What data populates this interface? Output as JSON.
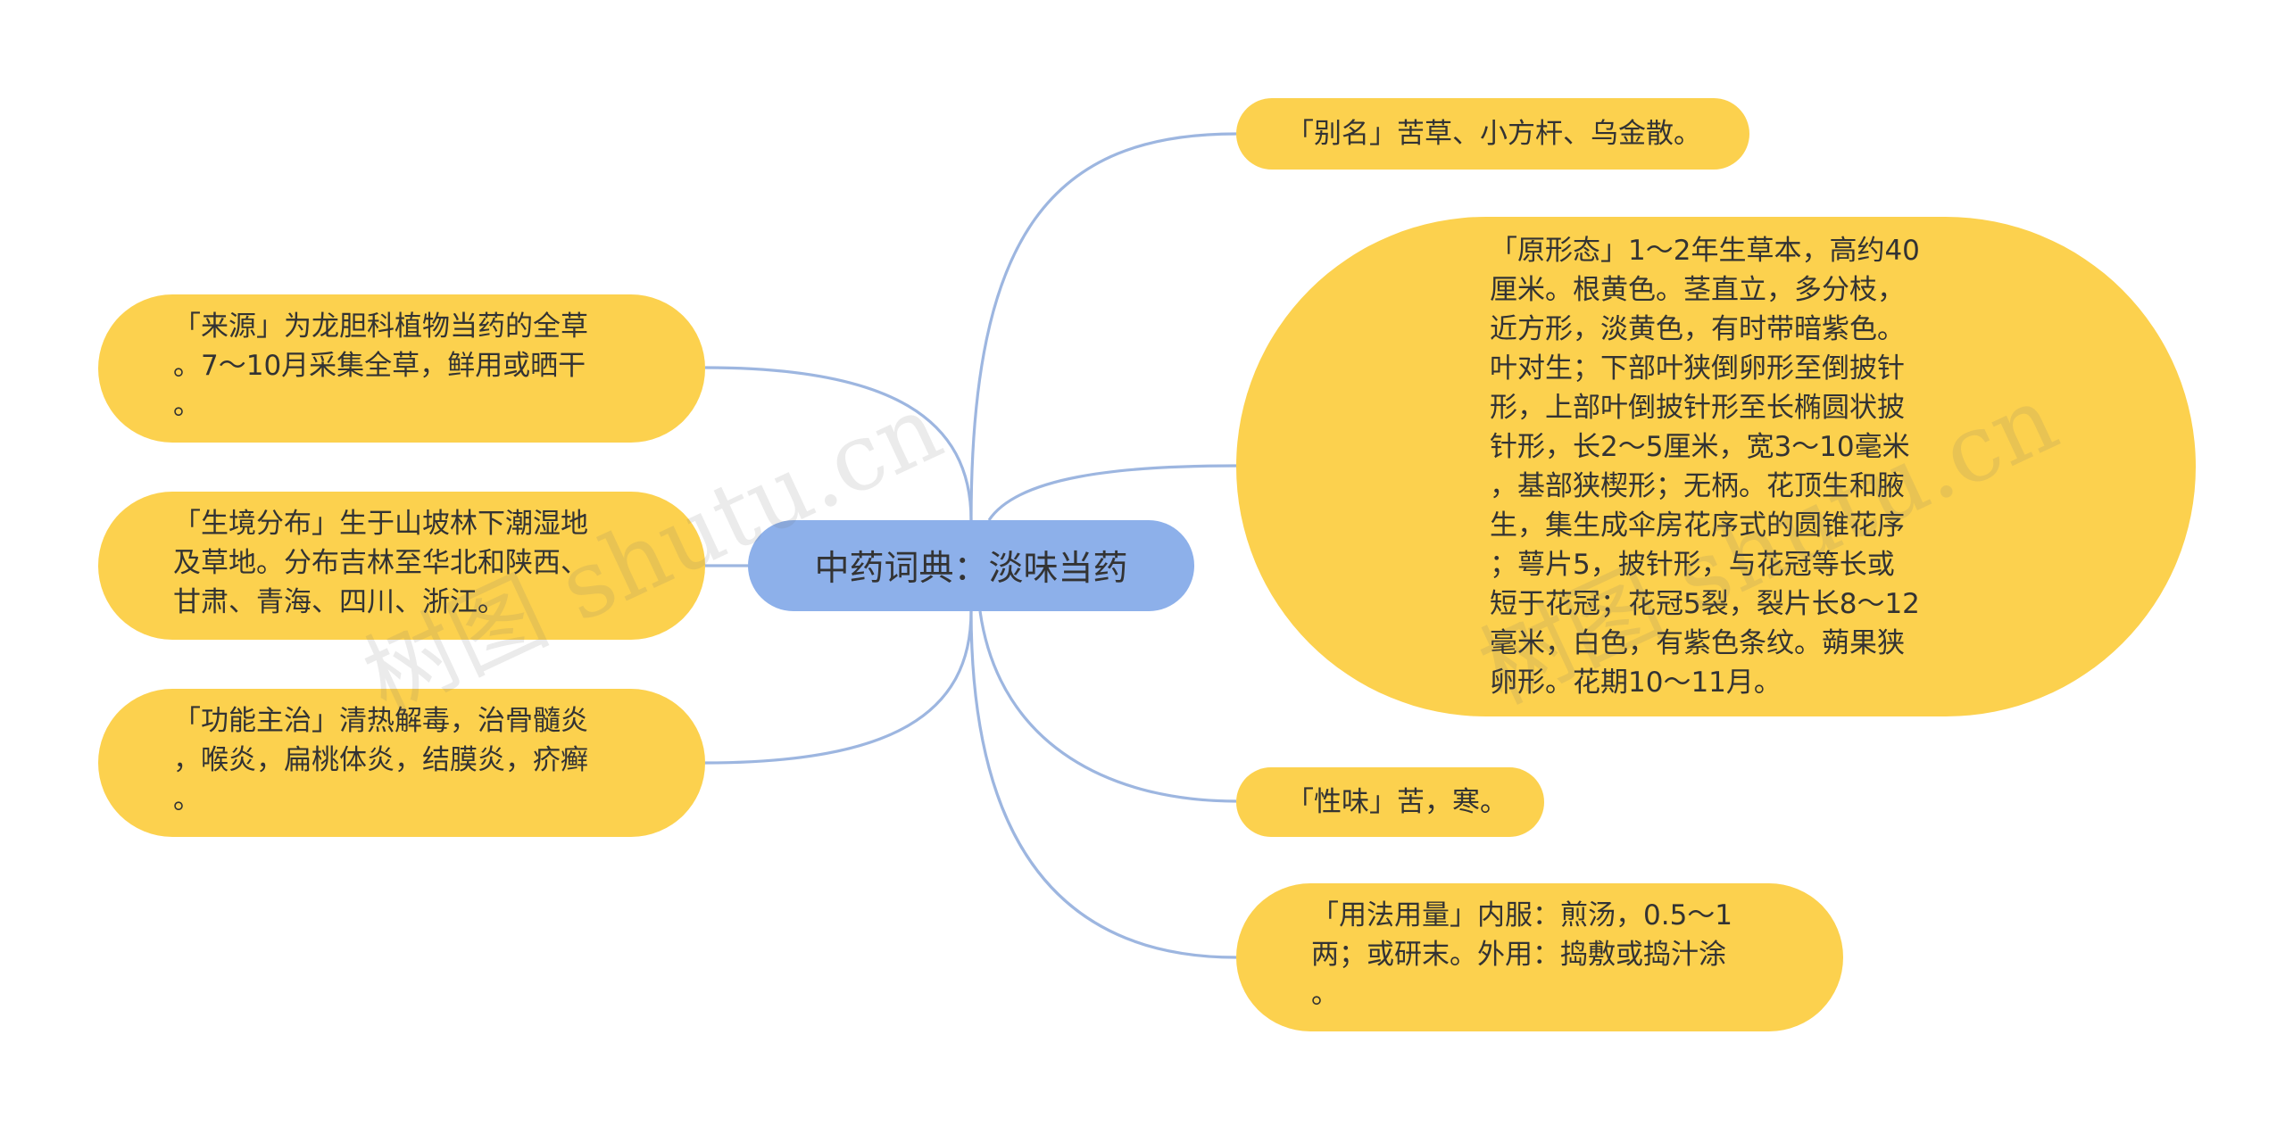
{
  "root": {
    "label": "中药词典：淡味当药"
  },
  "left_nodes": [
    {
      "text": "「来源」为龙胆科植物当药的全草\n。7～10月采集全草，鲜用或晒干\n。"
    },
    {
      "text": "「生境分布」生于山坡林下潮湿地\n及草地。分布吉林至华北和陕西、\n甘肃、青海、四川、浙江。"
    },
    {
      "text": "「功能主治」清热解毒，治骨髓炎\n，喉炎，扁桃体炎，结膜炎，疥癣\n。"
    }
  ],
  "right_nodes": [
    {
      "text": "「别名」苦草、小方杆、乌金散。"
    },
    {
      "text": "「原形态」1～2年生草本，高约40\n厘米。根黄色。茎直立，多分枝，\n近方形，淡黄色，有时带暗紫色。\n叶对生；下部叶狭倒卵形至倒披针\n形，上部叶倒披针形至长椭圆状披\n针形，长2～5厘米，宽3～10毫米\n，基部狭楔形；无柄。花顶生和腋\n生，集生成伞房花序式的圆锥花序\n；萼片5，披针形，与花冠等长或\n短于花冠；花冠5裂，裂片长8～12\n毫米，白色，有紫色条纹。蒴果狭\n卵形。花期10～11月。"
    },
    {
      "text": "「性味」苦，寒。"
    },
    {
      "text": "「用法用量」内服：煎汤，0.5～1\n两；或研末。外用：捣敷或捣汁涂\n。"
    }
  ],
  "watermarks": [
    "树图 shutu.cn",
    "树图 shutu.cn"
  ],
  "colors": {
    "node_fill": "#fcd14e",
    "root_fill": "#8db0ea",
    "link_stroke": "#9db6e0"
  }
}
